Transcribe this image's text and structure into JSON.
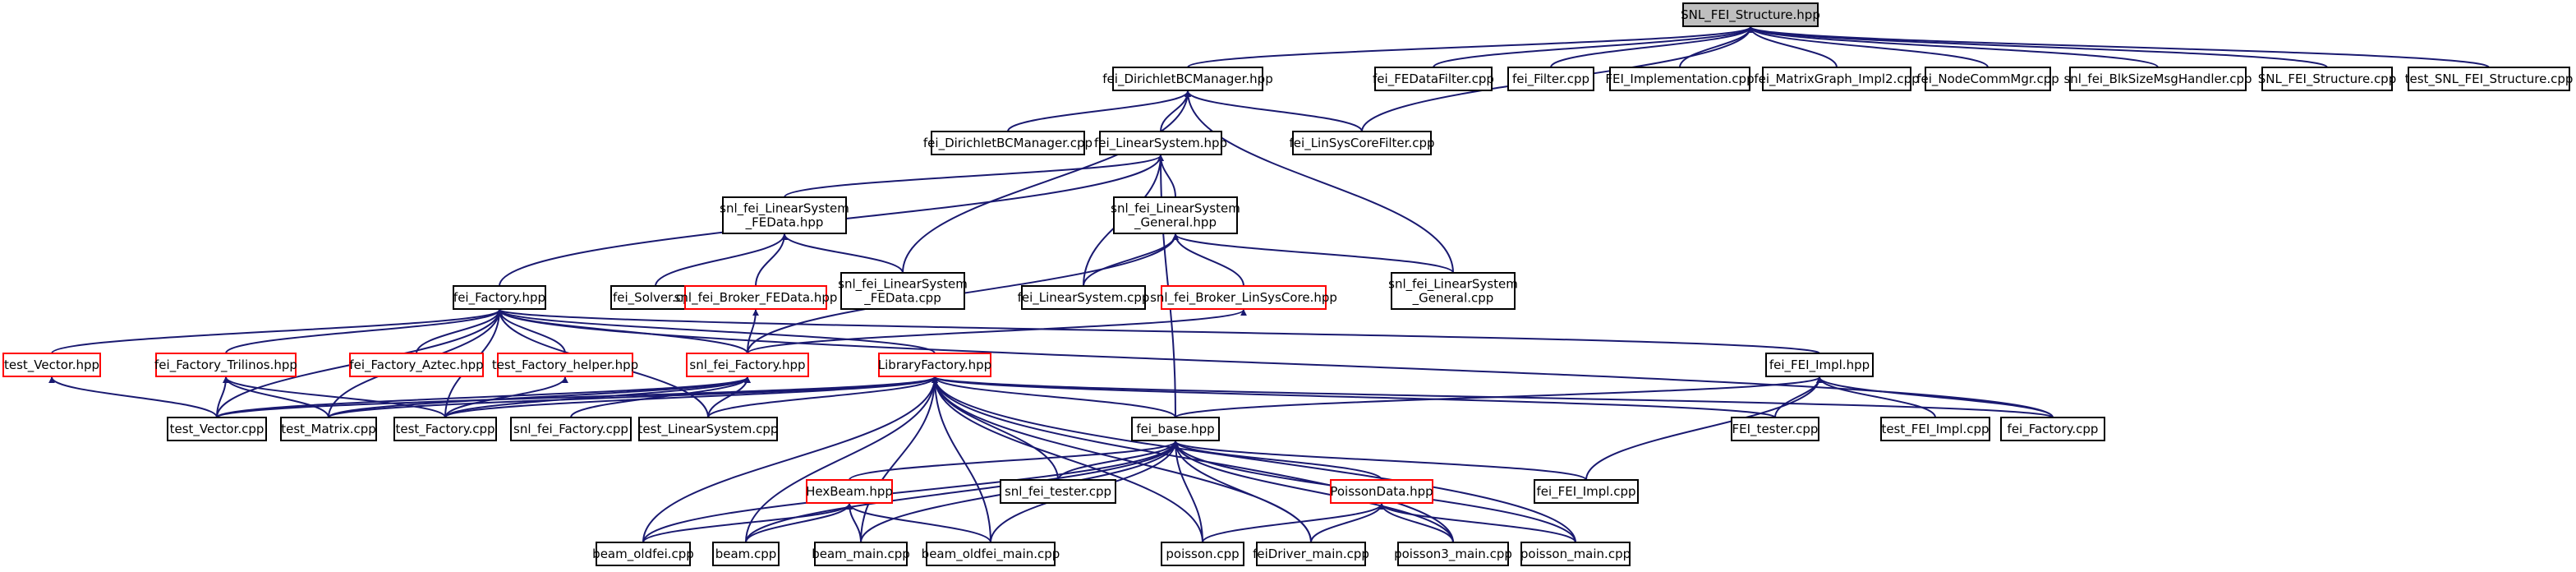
{
  "diagram": {
    "title": "Include dependency graph",
    "colors": {
      "edge": "#191970",
      "node_border": "#000000",
      "linked_border": "#ff0000",
      "root_fill": "#bfbfbf"
    },
    "nodes": [
      {
        "id": "root",
        "label": "SNL_FEI_Structure.hpp"
      },
      {
        "id": "dbcm",
        "label": "fei_DirichletBCManager.hpp"
      },
      {
        "id": "fedf",
        "label": "fei_FEDataFilter.cpp"
      },
      {
        "id": "filt",
        "label": "fei_Filter.cpp"
      },
      {
        "id": "feiimpl",
        "label": "FEI_Implementation.cpp"
      },
      {
        "id": "mgi2",
        "label": "fei_MatrixGraph_Impl2.cpp"
      },
      {
        "id": "ncm",
        "label": "fei_NodeCommMgr.cpp"
      },
      {
        "id": "bsmh",
        "label": "snl_fei_BlkSizeMsgHandler.cpp"
      },
      {
        "id": "snlc",
        "label": "SNL_FEI_Structure.cpp"
      },
      {
        "id": "tsnl",
        "label": "test_SNL_FEI_Structure.cpp"
      },
      {
        "id": "dbcmc",
        "label": "fei_DirichletBCManager.cpp"
      },
      {
        "id": "lsh",
        "label": "fei_LinearSystem.hpp"
      },
      {
        "id": "lscf",
        "label": "fei_LinSysCoreFilter.cpp"
      },
      {
        "id": "slfe",
        "label": "snl_fei_LinearSystem\n_FEData.hpp"
      },
      {
        "id": "slgh",
        "label": "snl_fei_LinearSystem\n_General.hpp"
      },
      {
        "id": "fach",
        "label": "fei_Factory.hpp"
      },
      {
        "id": "solv",
        "label": "fei_Solver.cpp"
      },
      {
        "id": "bfe",
        "label": "snl_fei_Broker_FEData.hpp"
      },
      {
        "id": "slfec",
        "label": "snl_fei_LinearSystem\n_FEData.cpp"
      },
      {
        "id": "lsc",
        "label": "fei_LinearSystem.cpp"
      },
      {
        "id": "blsc",
        "label": "snl_fei_Broker_LinSysCore.hpp"
      },
      {
        "id": "slgc",
        "label": "snl_fei_LinearSystem\n_General.cpp"
      },
      {
        "id": "tvh",
        "label": "test_Vector.hpp"
      },
      {
        "id": "ftri",
        "label": "fei_Factory_Trilinos.hpp"
      },
      {
        "id": "faz",
        "label": "fei_Factory_Aztec.hpp"
      },
      {
        "id": "tfhh",
        "label": "test_Factory_helper.hpp"
      },
      {
        "id": "sfh",
        "label": "snl_fei_Factory.hpp"
      },
      {
        "id": "lfh",
        "label": "LibraryFactory.hpp"
      },
      {
        "id": "fimh",
        "label": "fei_FEI_Impl.hpp"
      },
      {
        "id": "tvc",
        "label": "test_Vector.cpp"
      },
      {
        "id": "tmc",
        "label": "test_Matrix.cpp"
      },
      {
        "id": "tfc",
        "label": "test_Factory.cpp"
      },
      {
        "id": "sfc",
        "label": "snl_fei_Factory.cpp"
      },
      {
        "id": "tlsc",
        "label": "test_LinearSystem.cpp"
      },
      {
        "id": "fbh",
        "label": "fei_base.hpp"
      },
      {
        "id": "ftc",
        "label": "FEI_tester.cpp"
      },
      {
        "id": "tfic",
        "label": "test_FEI_Impl.cpp"
      },
      {
        "id": "ffc",
        "label": "fei_Factory.cpp"
      },
      {
        "id": "hbh",
        "label": "HexBeam.hpp"
      },
      {
        "id": "sftc",
        "label": "snl_fei_tester.cpp"
      },
      {
        "id": "pdh",
        "label": "PoissonData.hpp"
      },
      {
        "id": "fimc",
        "label": "fei_FEI_Impl.cpp"
      },
      {
        "id": "bof",
        "label": "beam_oldfei.cpp"
      },
      {
        "id": "bc",
        "label": "beam.cpp"
      },
      {
        "id": "bm",
        "label": "beam_main.cpp"
      },
      {
        "id": "bofm",
        "label": "beam_oldfei_main.cpp"
      },
      {
        "id": "pc",
        "label": "poisson.cpp"
      },
      {
        "id": "fdm",
        "label": "feiDriver_main.cpp"
      },
      {
        "id": "p3m",
        "label": "poisson3_main.cpp"
      },
      {
        "id": "pm",
        "label": "poisson_main.cpp"
      }
    ]
  }
}
